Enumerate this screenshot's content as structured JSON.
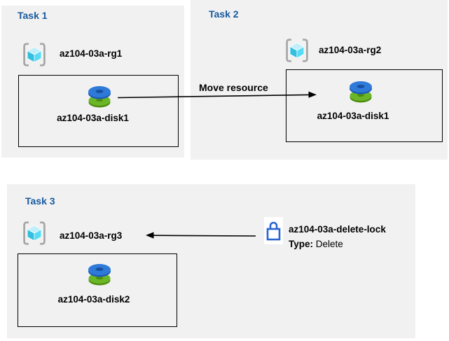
{
  "diagram": {
    "tasks": [
      {
        "title": "Task 1",
        "resource_group": "az104-03a-rg1",
        "resource": "az104-03a-disk1"
      },
      {
        "title": "Task 2",
        "resource_group": "az104-03a-rg2",
        "resource": "az104-03a-disk1"
      },
      {
        "title": "Task 3",
        "resource_group": "az104-03a-rg3",
        "resource": "az104-03a-disk2"
      }
    ],
    "move_arrow_label": "Move resource",
    "lock": {
      "name": "az104-03a-delete-lock",
      "type_label": "Type:",
      "type_value": "Delete"
    },
    "icons": {
      "resource_group": "resource-group-icon",
      "disk": "disk-icon",
      "lock": "lock-icon"
    },
    "colors": {
      "task_background": "#F1F1F1",
      "task_title_blue": "#17599F",
      "text_black": "#000000",
      "arrow_black": "#000000",
      "lock_blue": "#2A65D4",
      "disk_blue": "#2F7AD9",
      "disk_blue_dark": "#1D5DB5",
      "disk_green": "#6BB626",
      "disk_green_dark": "#4E8D10",
      "cube_top": "#C0EFFA",
      "cube_left": "#33BFE0",
      "cube_right": "#58DCF5",
      "bracket_gray": "#A6A6A6"
    }
  }
}
